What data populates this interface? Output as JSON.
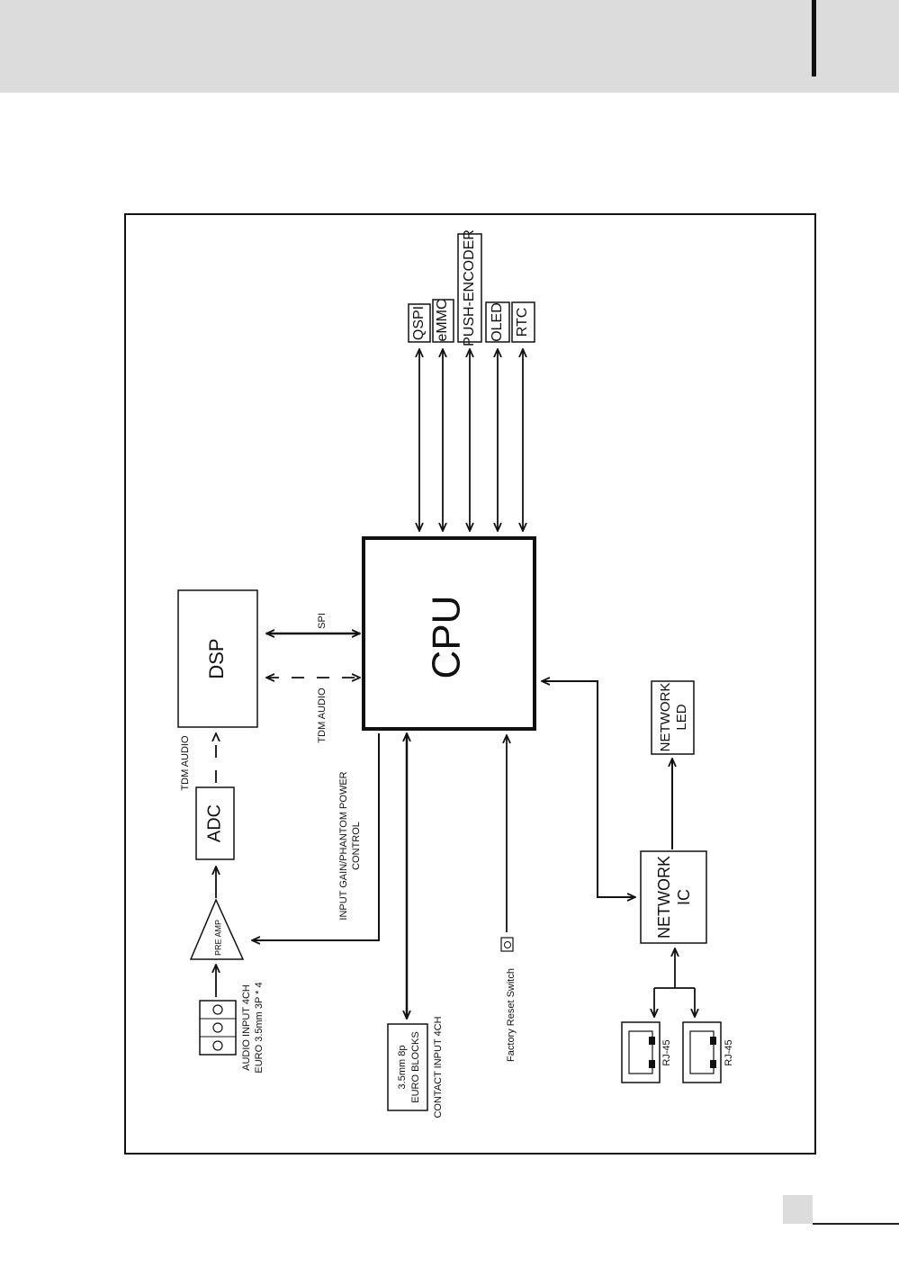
{
  "blocks": {
    "cpu": "CPU",
    "dsp": "DSP",
    "adc": "ADC",
    "preamp": "PRE AMP",
    "network_ic_line1": "NETWORK",
    "network_ic_line2": "IC",
    "network_led_line1": "NETWORK",
    "network_led_line2": "LED",
    "euro_line1": "3.5mm 8p",
    "euro_line2": "EURO BLOCKS"
  },
  "peripherals": [
    "QSPI",
    "eMMC",
    "PUSH-ENCODER",
    "OLED",
    "RTC"
  ],
  "labels": {
    "spi": "SPI",
    "tdm_audio_dsp": "TDM AUDIO",
    "tdm_audio_adc": "TDM AUDIO",
    "gain_line1": "INPUT GAIN/PHANTOM POWER",
    "gain_line2": "CONTROL",
    "audio_input_line1": "AUDIO INPUT 4CH",
    "audio_input_line2": "EURO 3.5mm 3P * 4",
    "contact_input": "CONTACT INPUT 4CH",
    "factory_reset": "Factory Reset Switch",
    "rj45_a": "RJ-45",
    "rj45_b": "RJ-45"
  }
}
